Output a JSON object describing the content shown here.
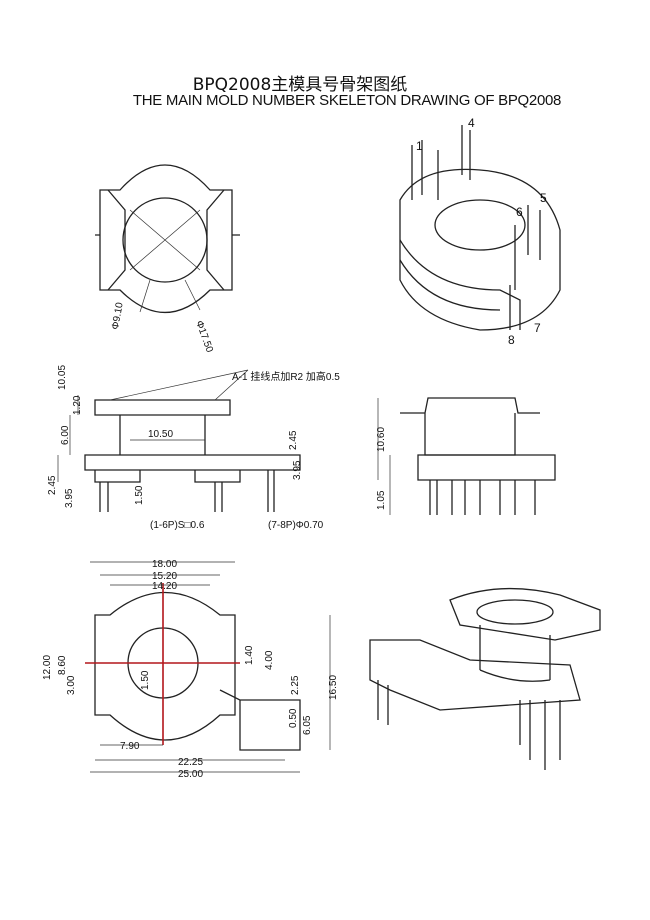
{
  "title_cn": "BPQ2008主模具号骨架图纸",
  "title_en": "THE MAIN MOLD NUMBER SKELETON DRAWING OF BPQ2008",
  "top_view": {
    "dim_inner": "Φ9.10",
    "dim_outer": "Φ17.50"
  },
  "iso_pins": [
    "1",
    "4",
    "5",
    "6",
    "7",
    "8"
  ],
  "front_view": {
    "note": "A-1 挂线点加R2 加高0.5",
    "dims": [
      "10.05",
      "1.20",
      "6.00",
      "10.50",
      "2.45",
      "3.95",
      "2.45",
      "3.95",
      "1.50",
      "(1-6P)S□0.6",
      "(7-8P)Φ0.70"
    ]
  },
  "side_view": {
    "dims": [
      "10.60",
      "1.05"
    ]
  },
  "plan_view": {
    "dims": [
      "18.00",
      "15.20",
      "14.20",
      "12.00",
      "8.60",
      "3.00",
      "1.50",
      "1.40",
      "4.00",
      "16.50",
      "2.25",
      "0.50",
      "6.05",
      "7.90",
      "22.25",
      "25.00"
    ]
  }
}
